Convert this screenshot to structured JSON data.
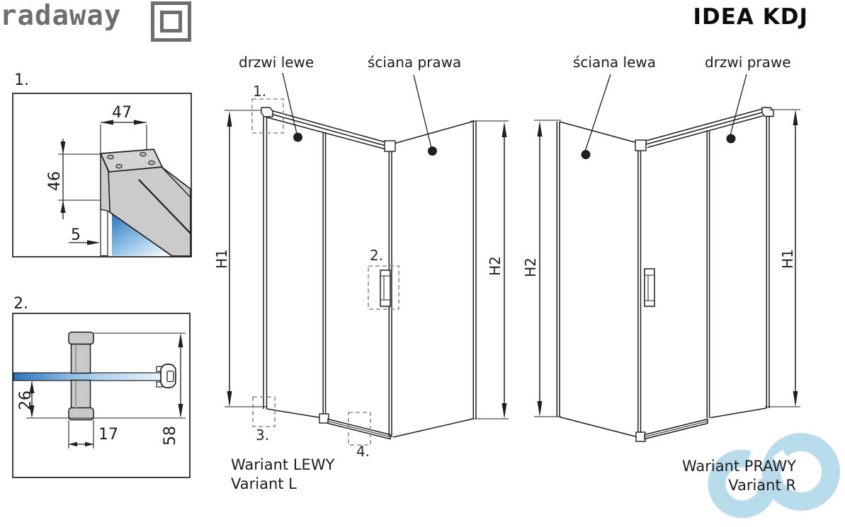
{
  "header": {
    "brand": "radaway",
    "title": "IDEA KDJ"
  },
  "detail1": {
    "label": "1.",
    "dim_width": "47",
    "dim_height": "46",
    "dim_thickness": "5"
  },
  "detail2": {
    "label": "2.",
    "dim_offset": "26",
    "dim_width": "17",
    "dim_height": "58"
  },
  "variant_left": {
    "door_label": "drzwi lewe",
    "wall_label": "ściana prawa",
    "height_left": "H1",
    "height_right": "H2",
    "callout1": "1.",
    "callout2": "2.",
    "callout3": "3.",
    "callout4": "4.",
    "caption1": "Wariant LEWY",
    "caption2": "Variant L"
  },
  "variant_right": {
    "wall_label": "ściana lewa",
    "door_label": "drzwi prawe",
    "height_left": "H2",
    "height_right": "H1",
    "caption1": "Wariant PRAWY",
    "caption2": "Variant R"
  },
  "colors": {
    "line": "#1f1f1f",
    "glass_blue": "#2e78c1",
    "metal_gray": "#c9c9c9",
    "watermark_blue": "#b9dcec",
    "logo_gray": "#6e6e6e"
  }
}
